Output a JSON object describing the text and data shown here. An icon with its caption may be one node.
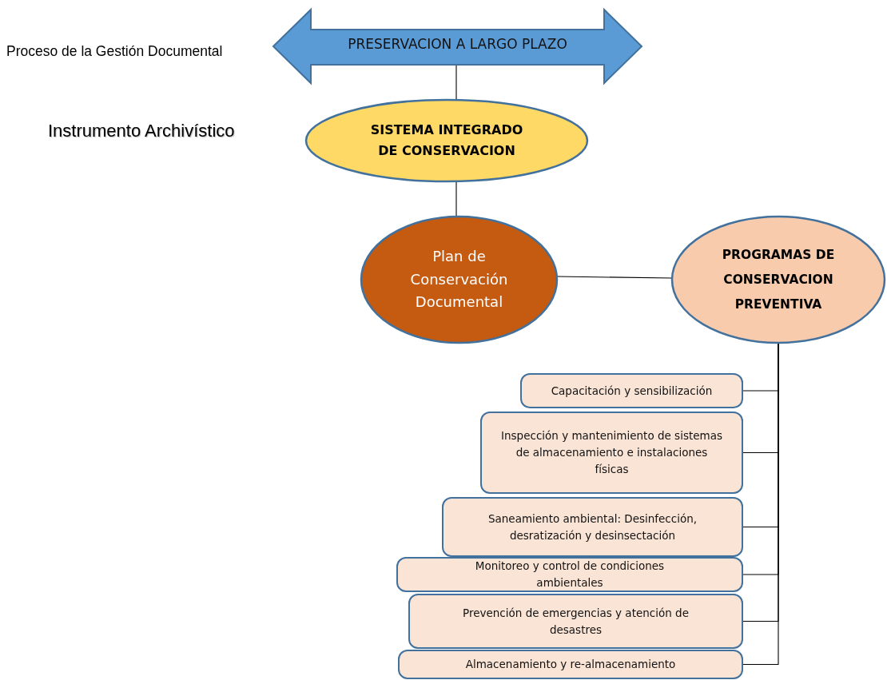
{
  "diagram": {
    "nodes": [
      {
        "text": [
          "PRESERVACION A LARGO PLAZO"
        ]
      },
      {
        "text": [
          "SISTEMA INTEGRADO DE CONSERVACION"
        ]
      },
      {
        "text": [
          "Plan de Conservación Documental"
        ]
      },
      {
        "text": [
          "PROGRAMAS DE CONSERVACION PREVENTIVA"
        ]
      },
      {
        "text": [
          "Capacitación y sensibilización"
        ]
      },
      {
        "text": [
          "Inspección y mantenimiento de sistemas de almacenamiento e instalaciones físicas"
        ]
      },
      {
        "text": [
          "Saneamiento ambiental: Desinfección, desratización y desinsectación"
        ]
      },
      {
        "text": [
          "Monitoreo y control de condiciones ambientales"
        ]
      },
      {
        "text": [
          "Prevención de emergencias y atención de desastres"
        ]
      },
      {
        "text": [
          "Almacenamiento y re-almacenamiento"
        ]
      }
    ],
    "edges": [
      {
        "from": 0,
        "to": 1,
        "arrow": "none"
      },
      {
        "from": 1,
        "to": 2,
        "arrow": "none"
      },
      {
        "from": 2,
        "to": 3,
        "arrow": "none"
      },
      {
        "from": 3,
        "to": 4,
        "arrow": "none"
      },
      {
        "from": 3,
        "to": 5,
        "arrow": "none"
      },
      {
        "from": 3,
        "to": 6,
        "arrow": "none"
      },
      {
        "from": 3,
        "to": 7,
        "arrow": "none"
      },
      {
        "from": 3,
        "to": 8,
        "arrow": "none"
      },
      {
        "from": 3,
        "to": 9,
        "arrow": "none"
      }
    ],
    "labels": [
      "Proceso de la Gestión Documental",
      "Instrumento Archivístico"
    ]
  }
}
